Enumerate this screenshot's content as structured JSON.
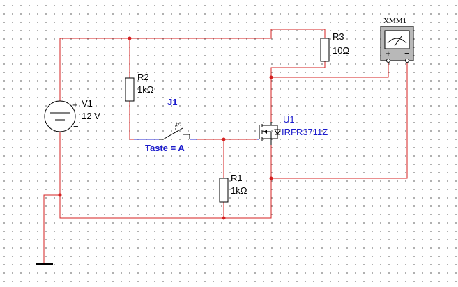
{
  "components": {
    "v1": {
      "name": "V1",
      "value": "12 V",
      "plus": "+",
      "minus": "−"
    },
    "r1": {
      "name": "R1",
      "value": "1kΩ"
    },
    "r2": {
      "name": "R2",
      "value": "1kΩ"
    },
    "r3": {
      "name": "R3",
      "value": "10Ω"
    },
    "j1": {
      "name": "J1",
      "key": "Taste = A",
      "switch_tag": "E"
    },
    "u1": {
      "name": "U1",
      "part": "IRFR3711Z"
    },
    "xmm1": {
      "name": "XMM1",
      "plus": "+",
      "minus": "−"
    }
  },
  "colors": {
    "wire": "#d42020",
    "label_blue": "#1a1acc",
    "component": "#000000"
  }
}
